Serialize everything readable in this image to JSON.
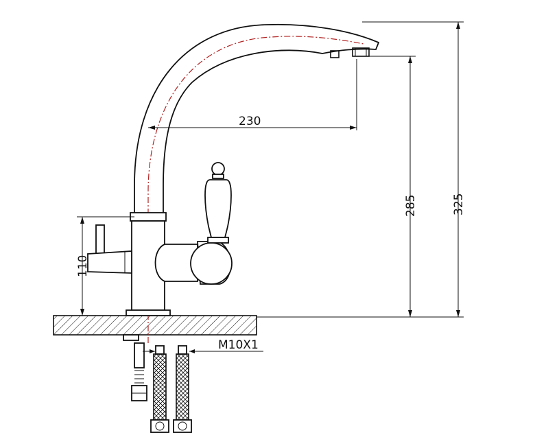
{
  "dimensions": {
    "spout_reach": "230",
    "spout_height": "285",
    "total_height": "325",
    "lever_height": "110",
    "thread": "M10X1"
  },
  "colors": {
    "line": "#111111",
    "center_line": "#b22222",
    "background": "#ffffff"
  }
}
